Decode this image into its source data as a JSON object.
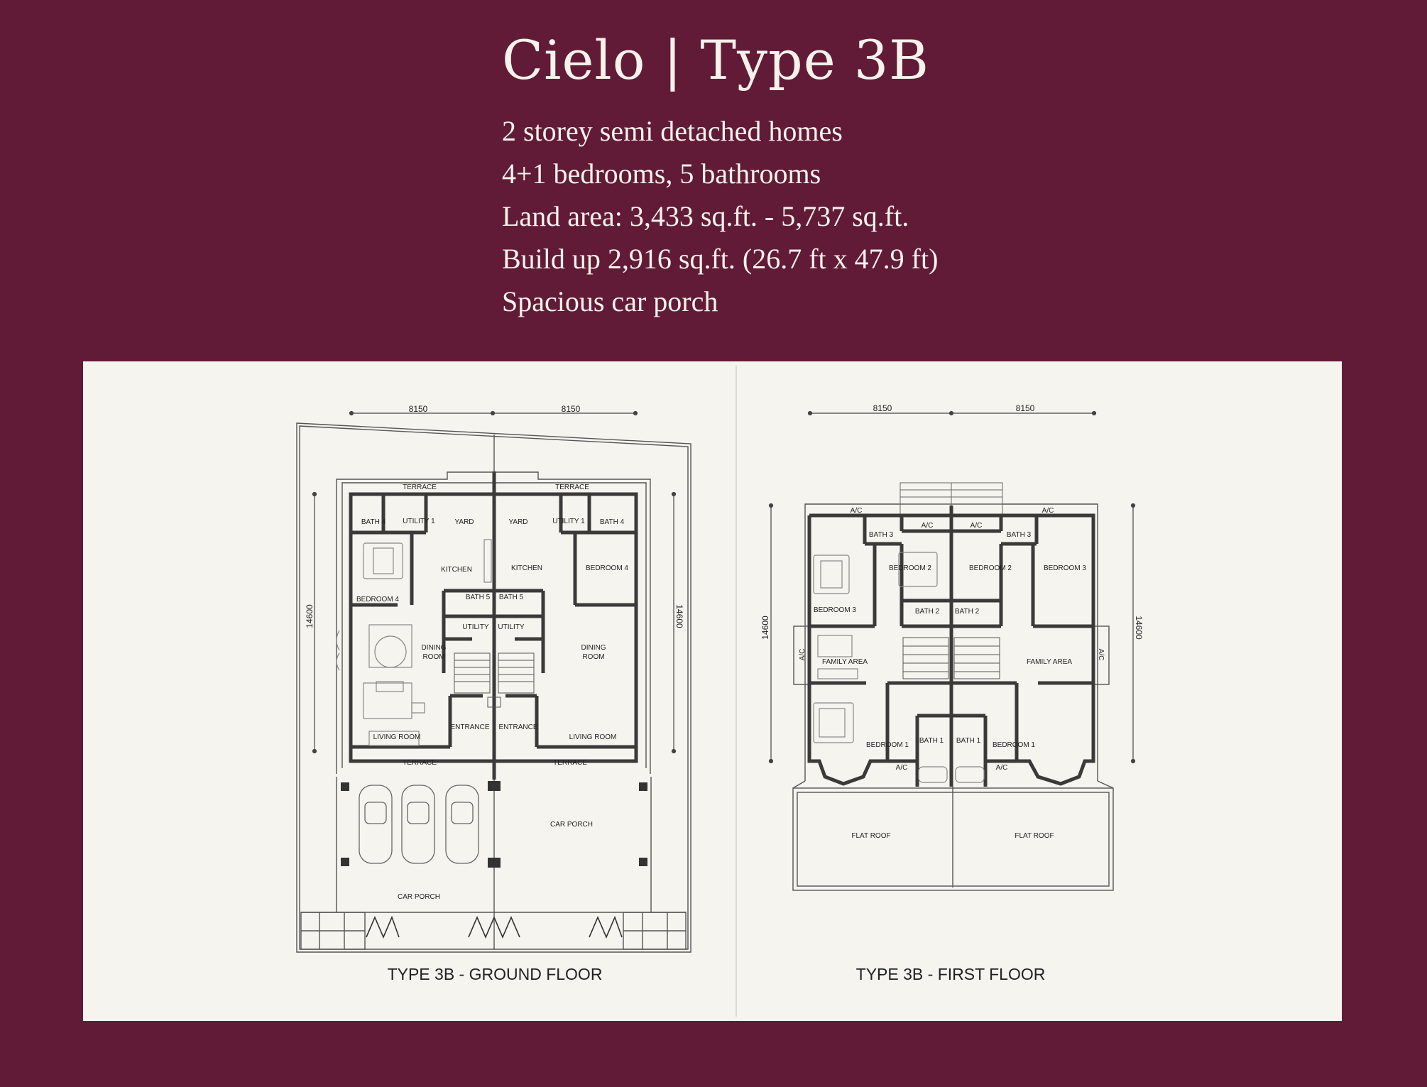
{
  "header": {
    "title": "Cielo | Type 3B",
    "specs": [
      "2 storey semi detached homes",
      "4+1 bedrooms, 5 bathrooms",
      "Land area: 3,433 sq.ft. - 5,737 sq.ft.",
      "Build up 2,916 sq.ft. (26.7 ft x 47.9 ft)",
      "Spacious car porch"
    ]
  },
  "colors": {
    "background": "#621b37",
    "panel": "#f5f4ef",
    "wall": "#3a3a3a",
    "text_light": "#f6f2ec"
  },
  "ground_floor": {
    "caption": "TYPE 3B - GROUND FLOOR",
    "dims": {
      "width_left": "8150",
      "width_right": "8150",
      "depth_left": "14600",
      "depth_right": "14600"
    },
    "labels": {
      "terrace_back_left": "TERRACE",
      "terrace_back_right": "TERRACE",
      "bath4_left": "BATH 4",
      "utility1_left": "UTILITY 1",
      "yard_left": "YARD",
      "yard_right": "YARD",
      "utility1_right": "UTILITY 1",
      "bath4_right": "BATH 4",
      "kitchen_left": "KITCHEN",
      "kitchen_right": "KITCHEN",
      "bedroom4_left": "BEDROOM 4",
      "bedroom4_right": "BEDROOM 4",
      "bath5_left": "BATH 5",
      "bath5_right": "BATH 5",
      "utility_left": "UTILITY",
      "utility_right": "UTILITY",
      "dining_left_1": "DINING",
      "dining_left_2": "ROOM",
      "dining_right_1": "DINING",
      "dining_right_2": "ROOM",
      "entrance_left": "ENTRANCE",
      "entrance_right": "ENTRANCE",
      "living_left": "LIVING ROOM",
      "living_right": "LIVING ROOM",
      "terrace_front_left": "TERRACE",
      "terrace_front_right": "TERRACE",
      "carporch_left": "CAR PORCH",
      "carporch_right": "CAR PORCH"
    }
  },
  "first_floor": {
    "caption": "TYPE 3B - FIRST FLOOR",
    "dims": {
      "width_left": "8150",
      "width_right": "8150",
      "depth_left": "14600",
      "depth_right": "14600"
    },
    "labels": {
      "ac_top_left": "A/C",
      "ac_top_right": "A/C",
      "ac_mid_left": "A/C",
      "ac_mid_right": "A/C",
      "bath3_left": "BATH 3",
      "bath3_right": "BATH 3",
      "bedroom3_left": "BEDROOM 3",
      "bedroom3_right": "BEDROOM 3",
      "bedroom2_left": "BEDROOM 2",
      "bedroom2_right": "BEDROOM 2",
      "bath2_left": "BATH 2",
      "bath2_right": "BATH 2",
      "ac_side_left": "A/C",
      "ac_side_right": "A/C",
      "family_left": "FAMILY AREA",
      "family_right": "FAMILY AREA",
      "bedroom1_left": "BEDROOM 1",
      "bedroom1_right": "BEDROOM 1",
      "bath1_left": "BATH 1",
      "bath1_right": "BATH 1",
      "ac_bottom_left": "A/C",
      "ac_bottom_right": "A/C",
      "flatroof_left": "FLAT ROOF",
      "flatroof_right": "FLAT ROOF"
    }
  }
}
